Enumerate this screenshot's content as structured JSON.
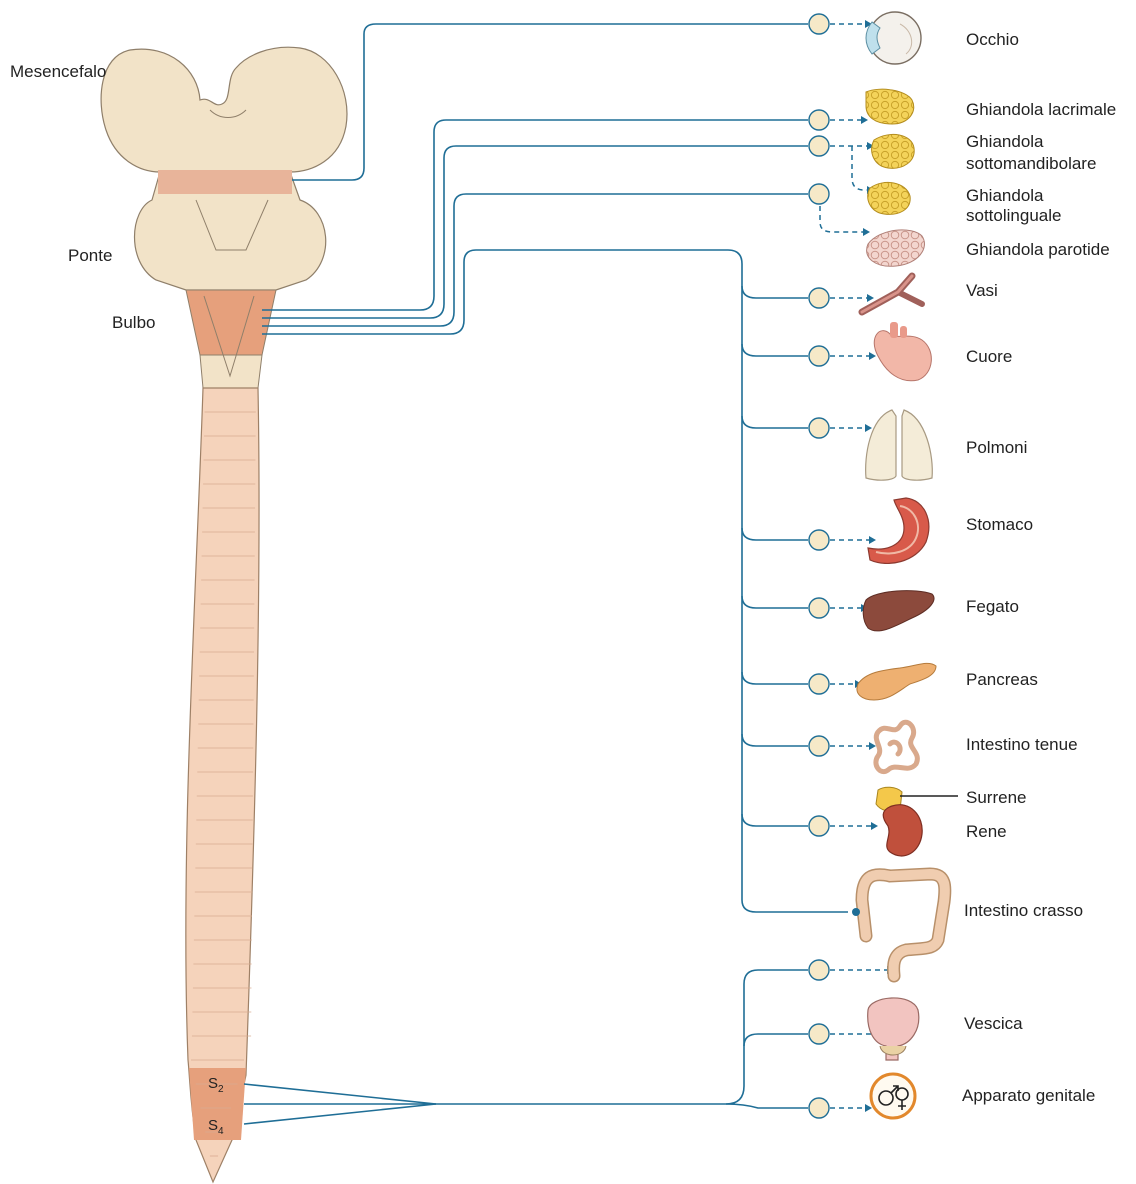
{
  "brain_labels": {
    "mesencephalon": "Mesencefalo",
    "pons": "Ponte",
    "medulla": "Bulbo"
  },
  "segment_labels": {
    "s2": "S",
    "s2_sub": "2",
    "s4": "S",
    "s4_sub": "4"
  },
  "organs": {
    "eye": "Occhio",
    "lacrimal": "Ghiandola lacrimale",
    "submandibular_1": "Ghiandola",
    "submandibular_2": "sottomandibolare",
    "sublingual_1": "Ghiandola",
    "sublingual_2": "sottolinguale",
    "parotid": "Ghiandola parotide",
    "vessels": "Vasi",
    "heart": "Cuore",
    "lungs": "Polmoni",
    "stomach": "Stomaco",
    "liver": "Fegato",
    "pancreas": "Pancreas",
    "small_intestine": "Intestino tenue",
    "adrenal": "Surrene",
    "kidney": "Rene",
    "large_intestine": "Intestino crasso",
    "bladder": "Vescica",
    "genitals": "Apparato genitale"
  },
  "colors": {
    "nerve": "#1f6e96",
    "ganglion_fill": "#f6e9c8",
    "brainstem": "#f2e3c8",
    "cord": "#f5d3bb",
    "highlight": "#e6a07c",
    "organ_stroke": "#9a7a5a"
  },
  "icons": [
    "eye-icon",
    "gland-icon",
    "vessel-icon",
    "heart-icon",
    "lungs-icon",
    "stomach-icon",
    "liver-icon",
    "pancreas-icon",
    "intestine-icon",
    "adrenal-icon",
    "kidney-icon",
    "colon-icon",
    "bladder-icon",
    "gender-symbol-icon"
  ]
}
